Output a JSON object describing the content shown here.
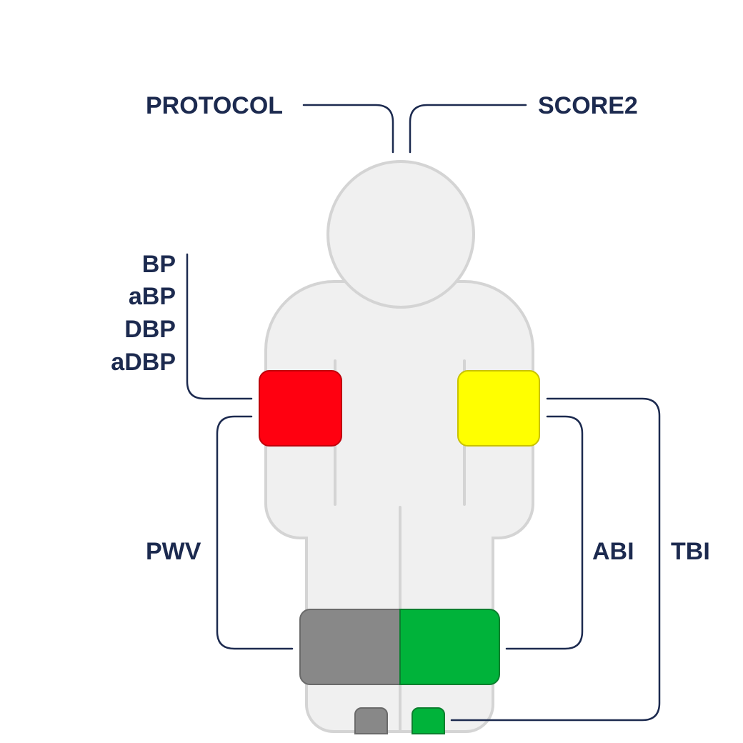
{
  "labels": {
    "protocol": "PROTOCOL",
    "score2": "SCORE2",
    "bp": "BP",
    "abp": "aBP",
    "dbp": "DBP",
    "adbp": "aDBP",
    "pwv": "PWV",
    "abi": "ABI",
    "tbi": "TBI"
  },
  "colors": {
    "label_text": "#1c2a4f",
    "connector": "#1c2a4f",
    "body_fill": "#f0f0f0",
    "body_outline": "#d4d4d4",
    "right_arm_cuff": "#ff0010",
    "left_arm_cuff": "#ffff00",
    "right_leg_cuff": "#888888",
    "left_leg_cuff": "#00b33a",
    "right_toe_cuff": "#888888",
    "left_toe_cuff": "#00b33a"
  }
}
